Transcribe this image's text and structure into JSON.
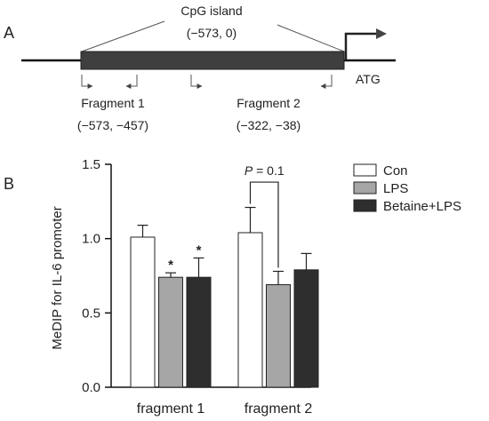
{
  "panel_a": {
    "letter": "A",
    "island_label": "CpG island",
    "island_range": "(−573, 0)",
    "atg_label": "ATG",
    "fragment1_label": "Fragment 1",
    "fragment1_range": "(−573, −457)",
    "fragment2_label": "Fragment 2",
    "fragment2_range": "(−322, −38)"
  },
  "panel_b": {
    "letter": "B",
    "p_annotation_symbol": "P",
    "p_annotation_value": " = 0.1"
  },
  "colors": {
    "con": "#ffffff",
    "lps": "#a6a6a6",
    "betaine_lps": "#2e2e2e",
    "island_bar": "#3f3f3f"
  },
  "chart_data": {
    "type": "bar",
    "title": "",
    "xlabel": "",
    "ylabel": "MeDIP for IL-6 promoter",
    "ylim": [
      0,
      1.5
    ],
    "yticks": [
      "0.0",
      "0.5",
      "1.0",
      "1.5"
    ],
    "categories": [
      "fragment 1",
      "fragment 2"
    ],
    "series": [
      {
        "name": "Con",
        "values": [
          1.01,
          1.04
        ],
        "errors": [
          0.08,
          0.17
        ],
        "marks": [
          "",
          ""
        ]
      },
      {
        "name": "LPS",
        "values": [
          0.74,
          0.69
        ],
        "errors": [
          0.03,
          0.09
        ],
        "marks": [
          "*",
          ""
        ]
      },
      {
        "name": "Betaine+LPS",
        "values": [
          0.74,
          0.79
        ],
        "errors": [
          0.13,
          0.11
        ],
        "marks": [
          "*",
          ""
        ]
      }
    ],
    "grid": false,
    "legend": "right"
  }
}
